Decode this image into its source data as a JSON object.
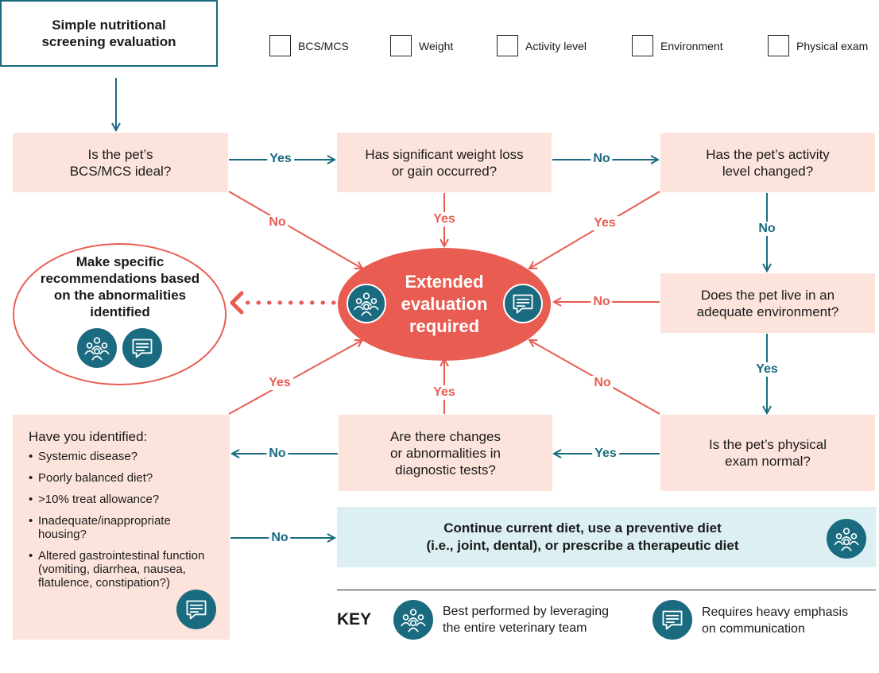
{
  "start": {
    "label": "Simple nutritional\nscreening evaluation"
  },
  "checklist": [
    "BCS/MCS",
    "Weight",
    "Activity level",
    "Environment",
    "Physical exam"
  ],
  "nodes": {
    "bcs": "Is the pet’s\nBCS/MCS ideal?",
    "weight": "Has significant weight loss\nor gain occurred?",
    "activity": "Has the pet’s activity\nlevel changed?",
    "environment": "Does the pet live in an\nadequate environment?",
    "physical": "Is the pet’s physical\nexam normal?",
    "diagnostic": "Are there changes\nor abnormalities in\ndiagnostic tests?",
    "extended": "Extended\nevaluation\nrequired",
    "recommend": "Make specific\nrecommendations based\non the abnormalities\nidentified",
    "continue": "Continue current diet, use a preventive diet\n(i.e., joint, dental), or prescribe a therapeutic diet"
  },
  "identify": {
    "title": "Have you identified:",
    "items": [
      "Systemic disease?",
      "Poorly balanced diet?",
      ">10% treat allowance?",
      "Inadequate/inappropriate housing?",
      "Altered gastrointestinal function (vomiting, diarrhea, nausea, flatulence, constipation?)"
    ]
  },
  "edge_labels": {
    "bcs_to_weight": "Yes",
    "weight_to_activity": "No",
    "bcs_to_extended": "No",
    "weight_to_extended": "Yes",
    "activity_to_extended": "Yes",
    "activity_to_environment": "No",
    "environment_to_extended": "No",
    "environment_to_physical": "Yes",
    "physical_to_extended": "No",
    "physical_to_diagnostic": "Yes",
    "diagnostic_to_extended": "Yes",
    "diagnostic_to_identify": "No",
    "identify_to_extended": "Yes",
    "identify_to_continue": "No"
  },
  "key": {
    "title": "KEY",
    "team": "Best performed by leveraging\nthe entire veterinary team",
    "communication": "Requires heavy emphasis\non communication"
  },
  "colors": {
    "teal": "#1a6a80",
    "coral": "#e85c52",
    "peach": "#fce4dc",
    "light_blue": "#dcf0f3"
  },
  "icons": {
    "team": "team-icon",
    "communication": "speech-bubble-icon"
  }
}
